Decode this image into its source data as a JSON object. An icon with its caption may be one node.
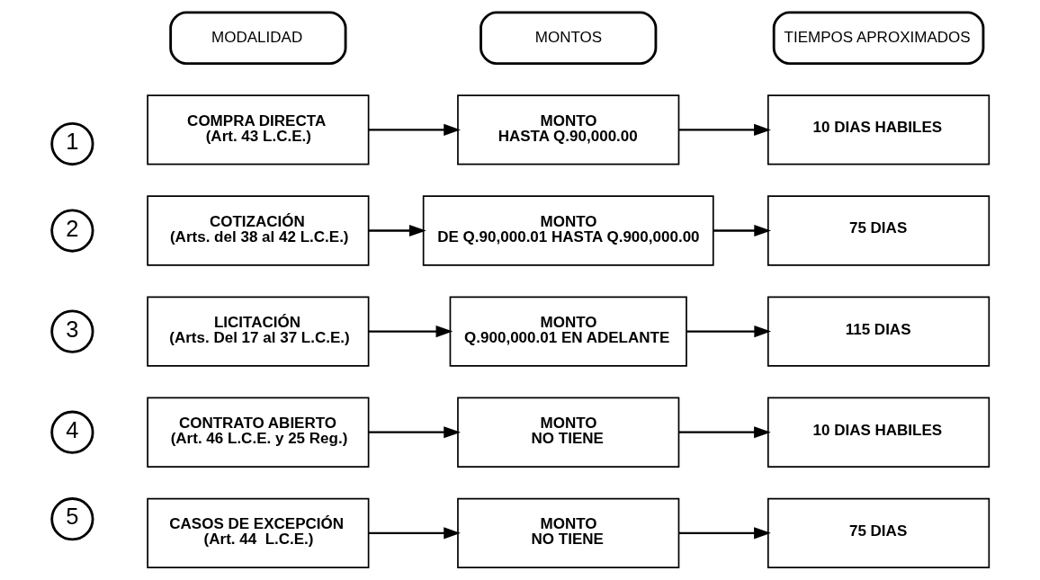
{
  "diagram": {
    "nodes": [
      {
        "text": [
          "MODALIDAD"
        ]
      },
      {
        "text": [
          "MONTOS"
        ]
      },
      {
        "text": [
          "TIEMPOS APROXIMADOS"
        ]
      },
      {
        "text": [
          "1"
        ]
      },
      {
        "text": [
          "COMPRA DIRECTA",
          "(Art. 43 L.C.E.)"
        ]
      },
      {
        "text": [
          "MONTO",
          "HASTA Q.90,000.00"
        ]
      },
      {
        "text": [
          "10 DIAS HABILES"
        ]
      },
      {
        "text": [
          "2"
        ]
      },
      {
        "text": [
          "COTIZACIÓN",
          "(Arts. del 38 al 42 L.C.E.)"
        ]
      },
      {
        "text": [
          "MONTO",
          "DE Q.90,000.01 HASTA Q.900,000.00"
        ]
      },
      {
        "text": [
          "75 DIAS"
        ]
      },
      {
        "text": [
          "3"
        ]
      },
      {
        "text": [
          "LICITACIÓN",
          "(Arts. Del 17 al 37 L.C.E.)"
        ]
      },
      {
        "text": [
          "MONTO",
          "Q.900,000.01 EN ADELANTE"
        ]
      },
      {
        "text": [
          "115 DIAS"
        ]
      },
      {
        "text": [
          "4"
        ]
      },
      {
        "text": [
          "CONTRATO ABIERTO",
          "(Art. 46 L.C.E. y 25 Reg.)"
        ]
      },
      {
        "text": [
          "MONTO",
          "NO TIENE"
        ]
      },
      {
        "text": [
          "10 DIAS HABILES"
        ]
      },
      {
        "text": [
          "5"
        ]
      },
      {
        "text": [
          "CASOS DE EXCEPCIÓN",
          "(Art. 44  L.C.E.)"
        ]
      },
      {
        "text": [
          "MONTO",
          "NO TIENE"
        ]
      },
      {
        "text": [
          "75 DIAS"
        ]
      }
    ],
    "edges": [
      {
        "from": 4,
        "to": 5,
        "arrow": "to"
      },
      {
        "from": 5,
        "to": 6,
        "arrow": "to"
      },
      {
        "from": 8,
        "to": 9,
        "arrow": "to"
      },
      {
        "from": 9,
        "to": 10,
        "arrow": "to"
      },
      {
        "from": 12,
        "to": 13,
        "arrow": "to"
      },
      {
        "from": 13,
        "to": 14,
        "arrow": "to"
      },
      {
        "from": 16,
        "to": 17,
        "arrow": "to"
      },
      {
        "from": 17,
        "to": 18,
        "arrow": "to"
      },
      {
        "from": 20,
        "to": 21,
        "arrow": "to"
      },
      {
        "from": 21,
        "to": 22,
        "arrow": "to"
      }
    ]
  }
}
